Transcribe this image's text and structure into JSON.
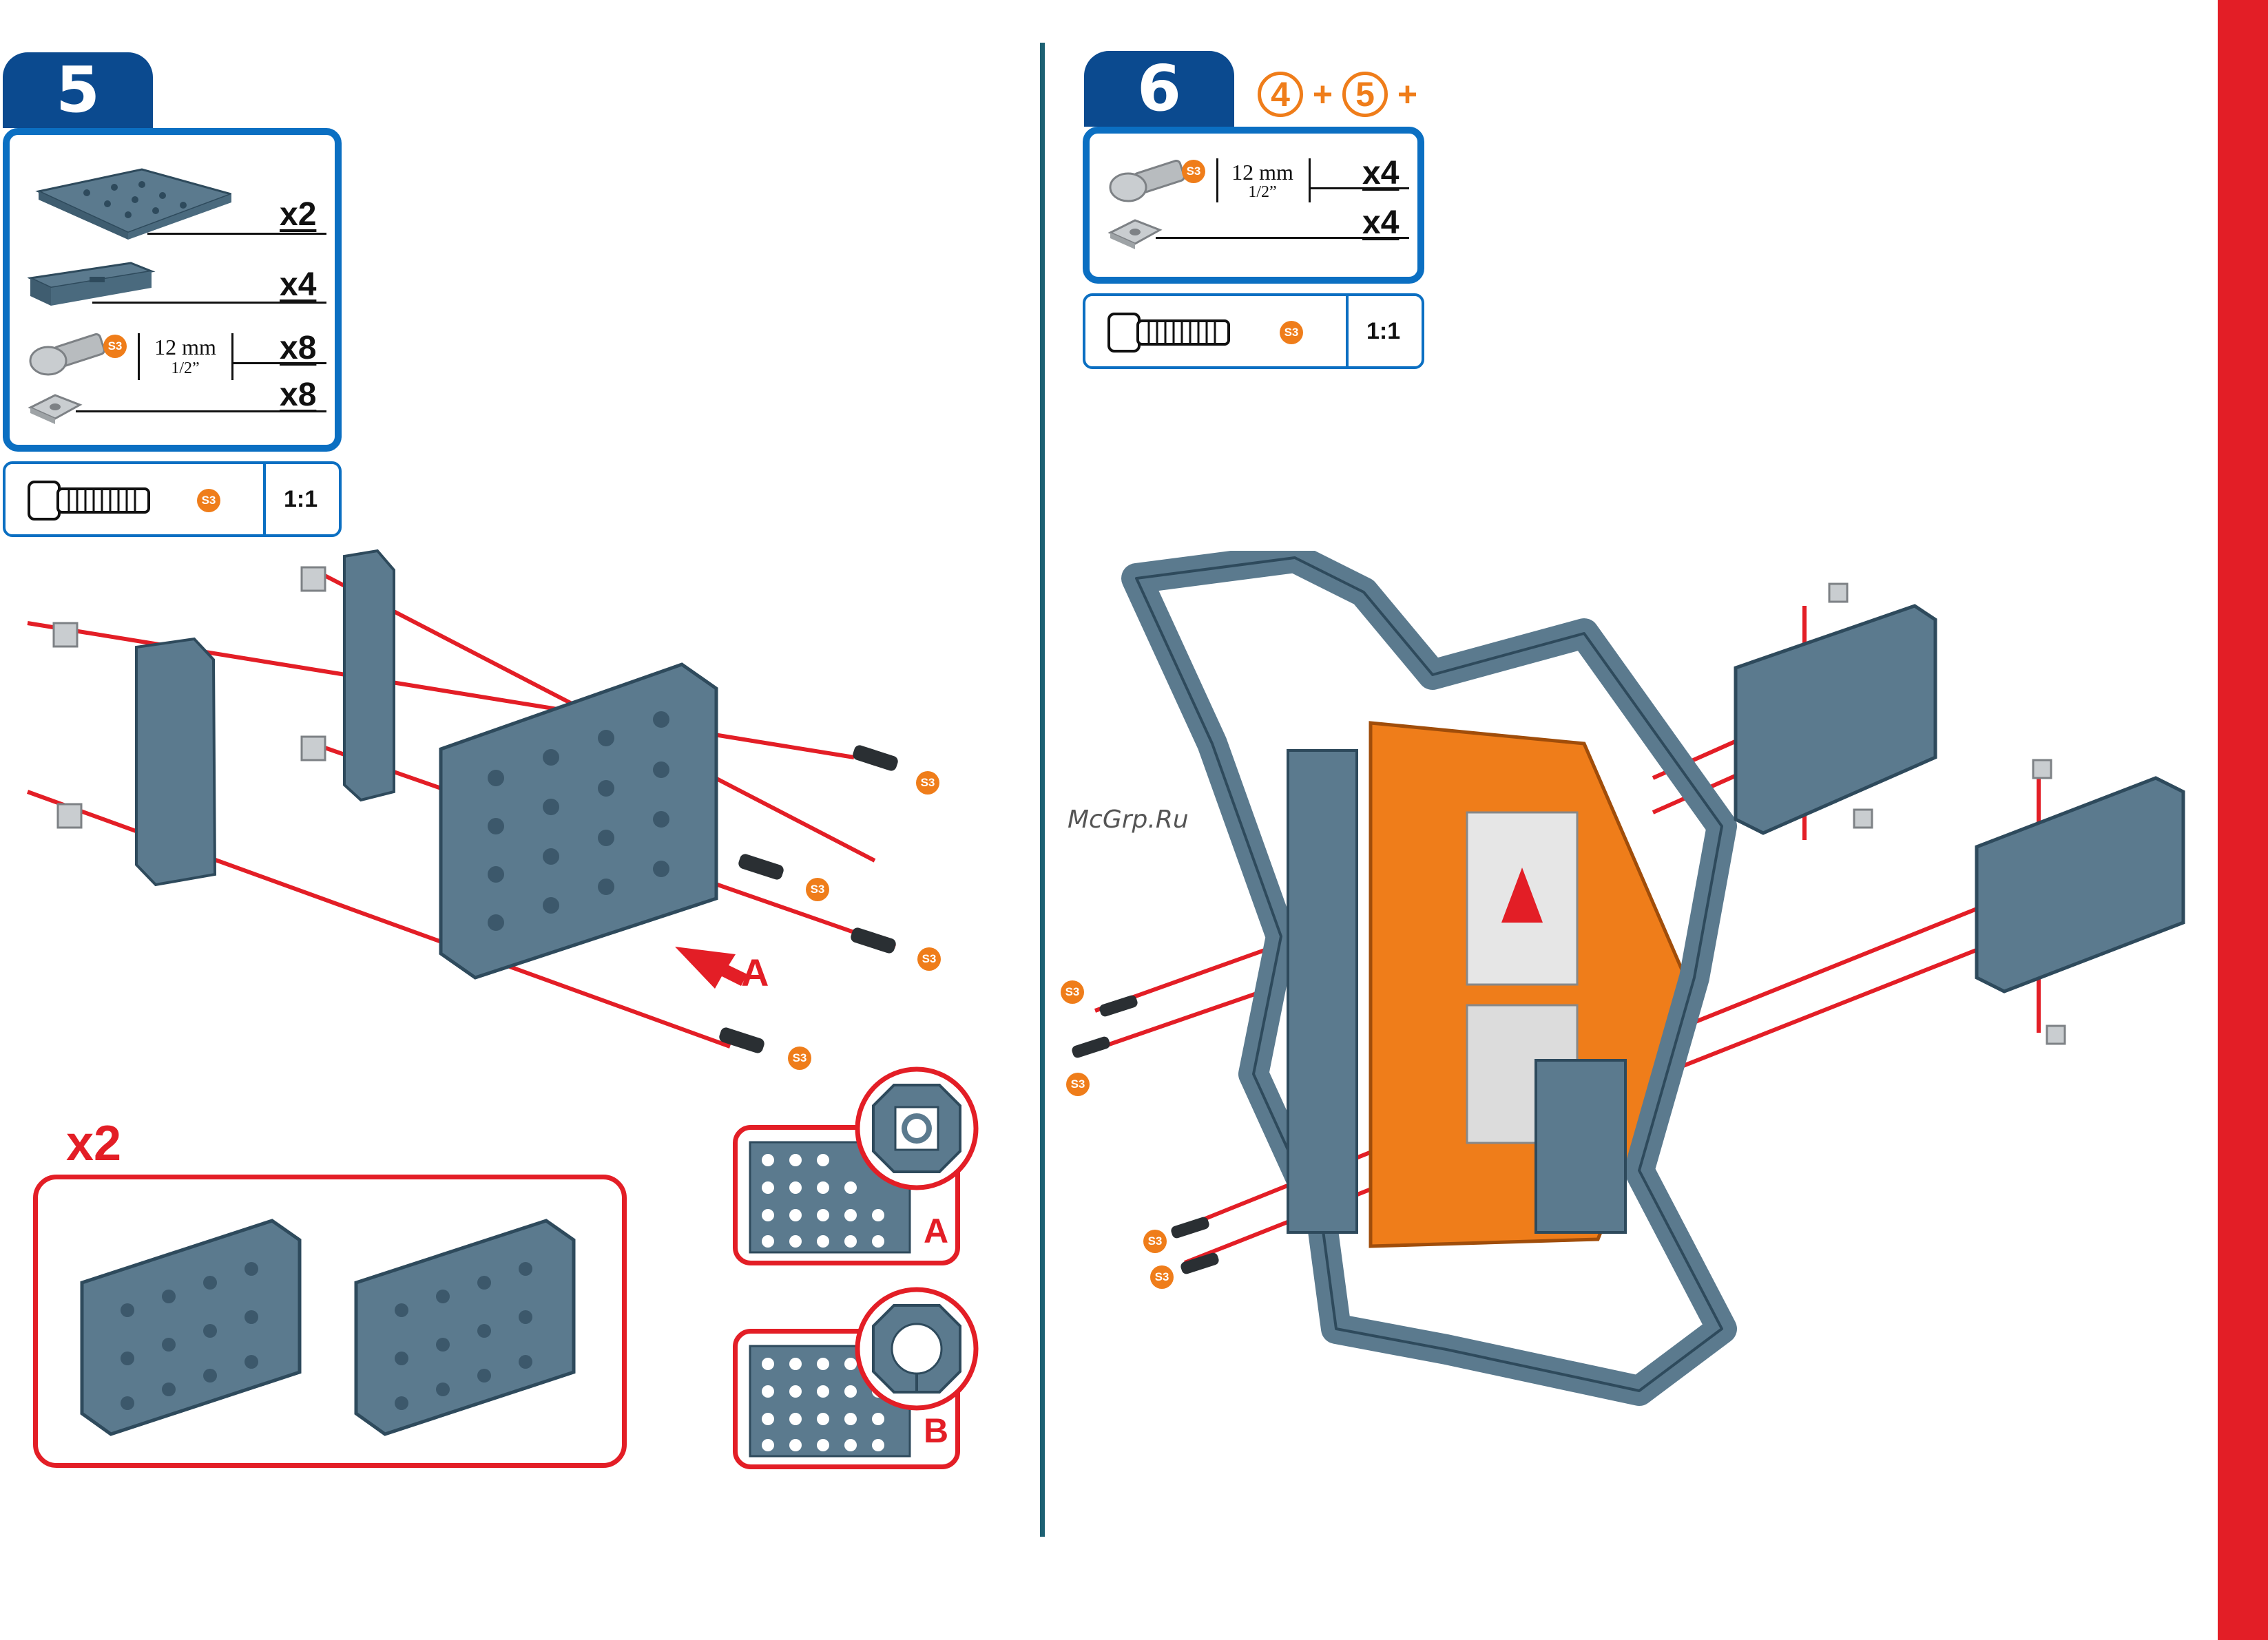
{
  "step5": {
    "number": "5",
    "parts": [
      {
        "icon": "plate-large",
        "qty": "x2"
      },
      {
        "icon": "bracket-bar",
        "qty": "x4"
      },
      {
        "icon": "screw",
        "badge": "S3",
        "length_mm": "12 mm",
        "length_in": "1/2”",
        "qty": "x8"
      },
      {
        "icon": "square-nut",
        "qty": "x8"
      }
    ],
    "scale": {
      "badge": "S3",
      "ratio": "1:1"
    },
    "exploded_badges": [
      "S3",
      "S3",
      "S3",
      "S3"
    ],
    "arrow_label": "A",
    "repeat": "x2",
    "callout_a": "A",
    "callout_b": "B"
  },
  "step6": {
    "number": "6",
    "prereq": [
      "4",
      "+",
      "5",
      "+"
    ],
    "parts": [
      {
        "icon": "screw",
        "badge": "S3",
        "length_mm": "12 mm",
        "length_in": "1/2”",
        "qty": "x4"
      },
      {
        "icon": "square-nut",
        "qty": "x4"
      }
    ],
    "scale": {
      "badge": "S3",
      "ratio": "1:1"
    },
    "exploded_badges": [
      "S3",
      "S3",
      "S3",
      "S3"
    ]
  },
  "watermark": "McGrp.Ru",
  "colors": {
    "brand_blue": "#0b4a8f",
    "frame_blue": "#0b6fc2",
    "accent_red": "#e31e26",
    "orange": "#ef7d1a",
    "part_gray": "#5b7a8e",
    "divider_teal": "#1d6173"
  }
}
